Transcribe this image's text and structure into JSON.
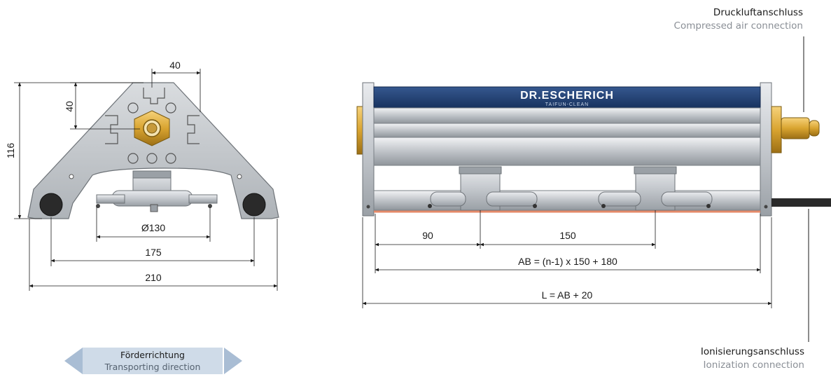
{
  "labels": {
    "air_de": "Druckluftanschluss",
    "air_en": "Compressed air connection",
    "ion_de": "Ionisierungsanschluss",
    "ion_en": "Ionization connection",
    "dir_de": "Förderrichtung",
    "dir_en": "Transporting direction"
  },
  "end_view_dims": {
    "top_40": "40",
    "side_40": "40",
    "height_116": "116",
    "dia_130": "Ø130",
    "w_175": "175",
    "w_210": "210"
  },
  "side_view_dims": {
    "d_90": "90",
    "d_150": "150",
    "ab_formula": "AB = (n-1) x 150 + 180",
    "l_formula": "L = AB + 20"
  },
  "brand": {
    "name": "DR.ESCHERICH",
    "product": "TAIFUN-CLEAN"
  },
  "colors": {
    "accent_blue": "#1f3f7a",
    "brass": "#d9a430",
    "direction_arrow": "#a9bdd4",
    "direction_box": "#cfdbe8"
  }
}
